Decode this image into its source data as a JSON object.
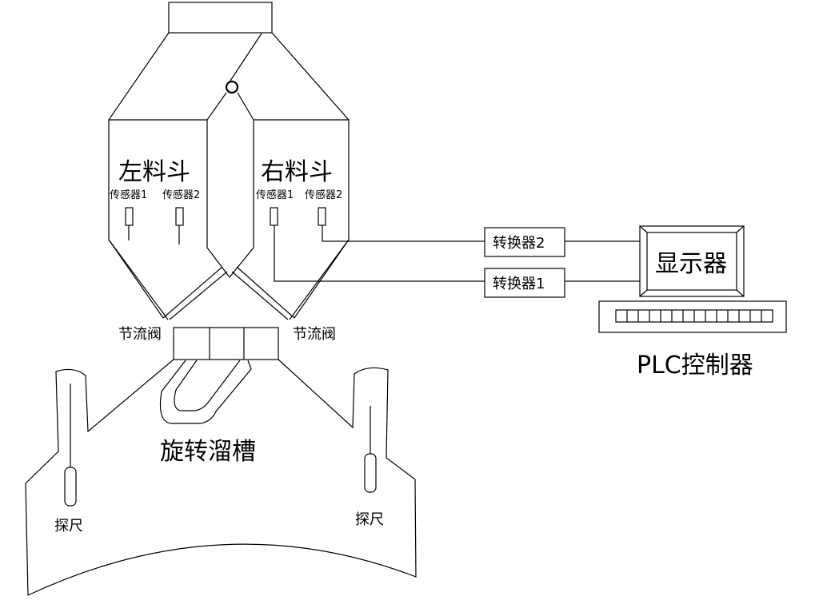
{
  "hoppers": {
    "left": {
      "label": "左料斗",
      "sensors": [
        "传感器1",
        "传感器2"
      ]
    },
    "right": {
      "label": "右料斗",
      "sensors": [
        "传感器1",
        "传感器2"
      ]
    }
  },
  "valves": {
    "left_label": "节流阀",
    "right_label": "节流阀"
  },
  "chute_label": "旋转溜槽",
  "probes": {
    "left_label": "探尺",
    "right_label": "探尺"
  },
  "converters": {
    "top": "转换器2",
    "bottom": "转换器1"
  },
  "controller": {
    "monitor_label": "显示器",
    "name": "PLC控制器"
  }
}
